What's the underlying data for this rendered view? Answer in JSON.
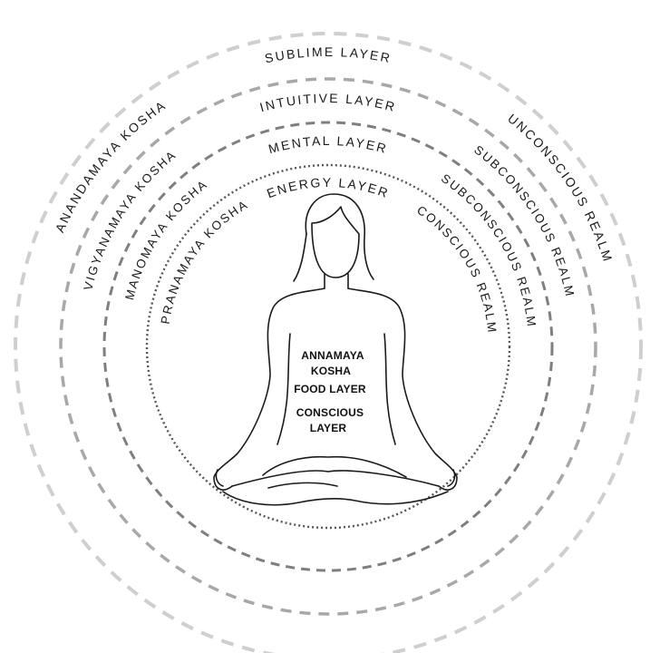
{
  "layers": {
    "sublime": {
      "name": "SUBLIME LAYER",
      "kosha": "ANANDAMAYA KOSHA",
      "realm": "UNCONSCIOUS REALM",
      "color": "#c9c9c9"
    },
    "intuitive": {
      "name": "INTUITIVE LAYER",
      "kosha": "VIGYANAMAYA KOSHA",
      "realm": "SUBCONSCIOUS REALM",
      "color": "#a6a6a6"
    },
    "mental": {
      "name": "MENTAL LAYER",
      "kosha": "MANOMAYA KOSHA",
      "realm": "SUBCONSCIOUS REALM",
      "color": "#7d7d7d"
    },
    "energy": {
      "name": "ENERGY LAYER",
      "kosha": "PRANAMAYA KOSHA",
      "realm": "CONSCIOUS REALM",
      "color": "#555555"
    }
  },
  "body": {
    "kosha_line1": "ANNAMAYA",
    "kosha_line2": "KOSHA",
    "layer": "FOOD LAYER",
    "state_line1": "CONSCIOUS",
    "state_line2": "LAYER"
  }
}
